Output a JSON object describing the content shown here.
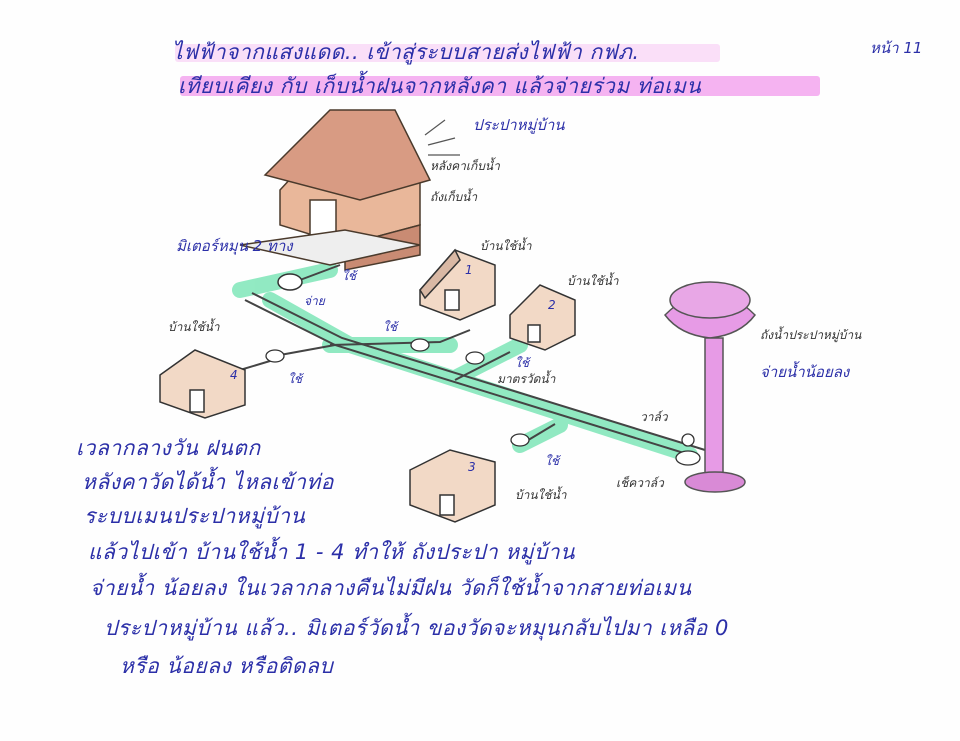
{
  "header": {
    "title_line1": "ไฟฟ้าจากแสงแดด.. เข้าสู่ระบบสายส่งไฟฟ้า กฟภ.",
    "title_line2": "เทียบเคียง กับ เก็บน้ำฝนจากหลังคา แล้วจ่ายร่วม ท่อเมน",
    "page_number": "หน้า 11"
  },
  "labels": {
    "village_water_supply": "ประปาหมู่บ้าน",
    "roof_collect": "หลังคาเก็บน้ำ",
    "rain_tank": "ถังเก็บน้ำ",
    "meter_two_way": "มิเตอร์หมุน 2 ทาง",
    "use": "ใช้",
    "supply": "จ่าย",
    "house_using_water": "บ้านใช้น้ำ",
    "water_meter": "มาตรวัดน้ำ",
    "valve": "วาล์ว",
    "check_valve": "เช็ควาล์ว",
    "water_tower": "ถังน้ำประปาหมู่บ้าน",
    "supply_less": "จ่ายน้ำน้อยลง",
    "house_numbers": [
      "1",
      "2",
      "3",
      "4"
    ]
  },
  "body_text": [
    "เวลากลางวัน ฝนตก",
    "หลังคาวัดได้น้ำ ไหลเข้าท่อ",
    "ระบบเมนประปาหมู่บ้าน",
    "แล้วไปเข้า บ้านใช้น้ำ 1 - 4   ทำให้ ถังประปา หมู่บ้าน",
    "จ่ายน้ำ น้อยลง  ในเวลากลางคืนไม่มีฝน  วัดก็ใช้น้ำจากสายท่อเมน",
    "ประปาหมู่บ้าน  แล้ว..  มิเตอร์วัดน้ำ ของวัดจะหมุนกลับไปมา เหลือ 0",
    "หรือ น้อยลง  หรือติดลบ"
  ],
  "colors": {
    "ink": "#2b2fa8",
    "pipe_highlight": "#7fe6b8",
    "tower": "#e79be6",
    "title_highlight": "#f3a6ee",
    "temple_wood": "#e9b79a"
  }
}
